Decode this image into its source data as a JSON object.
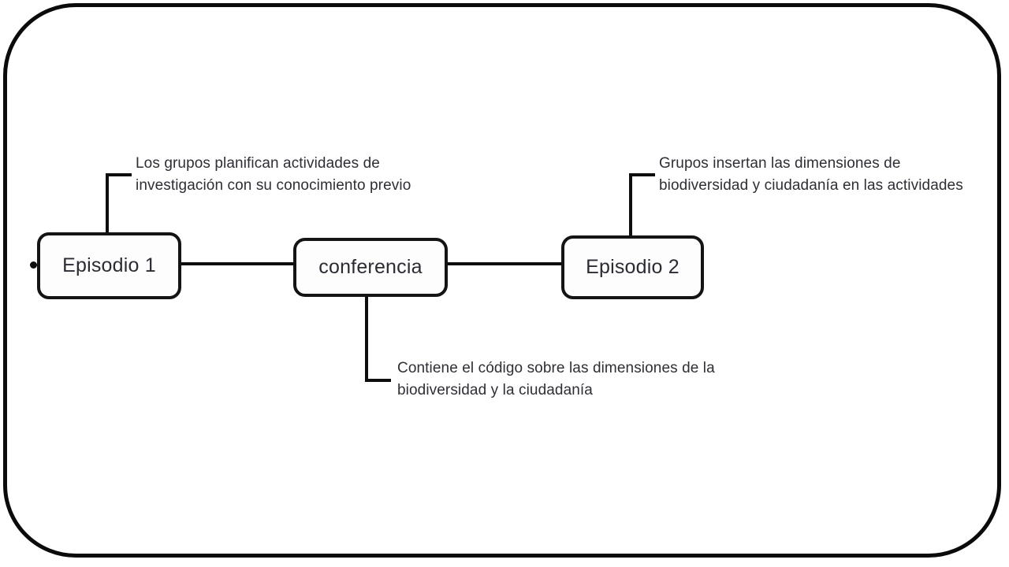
{
  "diagram": {
    "nodes": [
      {
        "id": "episodio-1",
        "label": "Episodio 1"
      },
      {
        "id": "conferencia",
        "label": "conferencia"
      },
      {
        "id": "episodio-2",
        "label": "Episodio 2"
      }
    ],
    "annotations": [
      {
        "id": "note-episodio-1",
        "target": "Episodio 1",
        "text": "Los grupos planifican actividades de\ninvestigación con su conocimiento previo"
      },
      {
        "id": "note-episodio-2",
        "target": "Episodio 2",
        "text": "Grupos insertan las dimensiones de\nbiodiversidad y ciudadanía en las actividades"
      },
      {
        "id": "note-conferencia",
        "target": "conferencia",
        "text": "Contiene el código sobre las dimensiones de la\nbiodiversidad y la ciudadanía"
      }
    ],
    "colors": {
      "stroke": "#0d0d0d",
      "node_border": "#141414",
      "node_fill": "#fdfdfd",
      "text": "#2b2b33",
      "background": "#ffffff"
    }
  }
}
